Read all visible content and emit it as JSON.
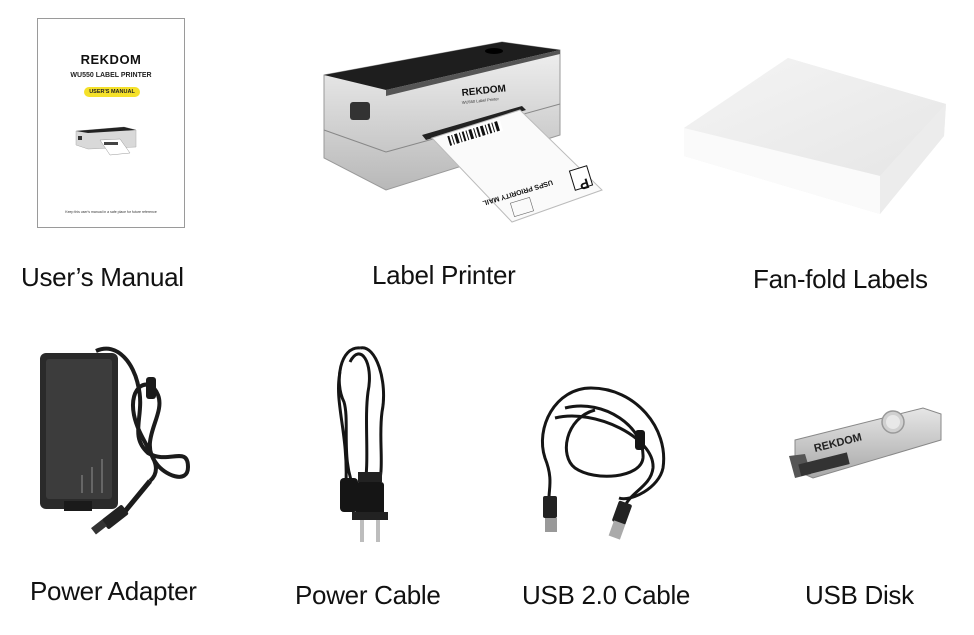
{
  "items": [
    {
      "id": "users-manual",
      "caption": "User’s Manual",
      "cover": {
        "brand": "REKDOM",
        "model": "WU550 LABEL PRINTER",
        "badge": "USER'S MANUAL",
        "footer": "Keep this user's manual in a safe place for future reference",
        "badge_color": "#f5e12a"
      }
    },
    {
      "id": "label-printer",
      "caption": "Label Printer",
      "device": {
        "brand": "REKDOM",
        "subtitle": "WU550 Label Printer",
        "label_text": "USPS PRIORITY MAIL",
        "label_letter": "P"
      }
    },
    {
      "id": "fan-fold-labels",
      "caption": "Fan-fold Labels"
    },
    {
      "id": "power-adapter",
      "caption": "Power Adapter"
    },
    {
      "id": "power-cable",
      "caption": "Power Cable"
    },
    {
      "id": "usb-cable",
      "caption": "USB 2.0 Cable"
    },
    {
      "id": "usb-disk",
      "caption": "USB Disk",
      "device": {
        "brand": "REKDOM"
      }
    }
  ]
}
